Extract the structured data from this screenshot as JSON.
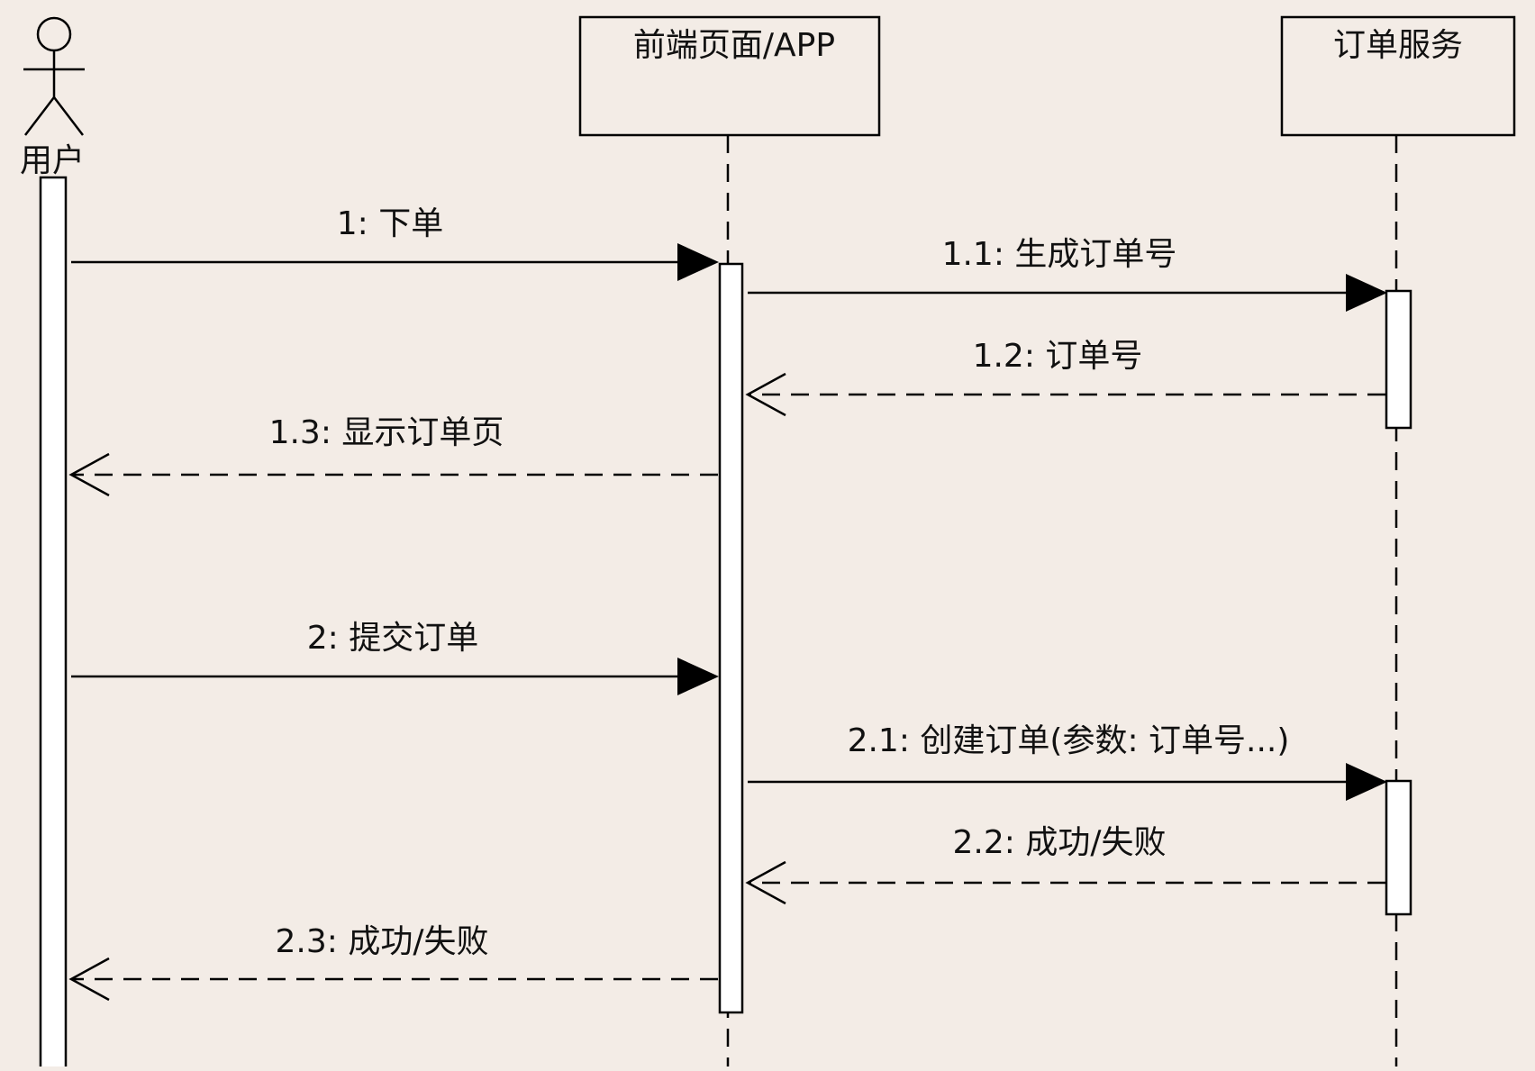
{
  "colors": {
    "background": "#f3ece6",
    "stroke": "#000000",
    "box_fill": "#f3ece6",
    "activation_fill": "#ffffff"
  },
  "participants": [
    {
      "id": "user",
      "label": "用户",
      "kind": "actor"
    },
    {
      "id": "frontend",
      "label": "前端页面/APP",
      "kind": "box"
    },
    {
      "id": "order",
      "label": "订单服务",
      "kind": "box"
    }
  ],
  "messages": [
    {
      "label": "1: 下单",
      "from": "user",
      "to": "frontend",
      "type": "sync"
    },
    {
      "label": "1.1: 生成订单号",
      "from": "frontend",
      "to": "order",
      "type": "sync"
    },
    {
      "label": "1.2: 订单号",
      "from": "order",
      "to": "frontend",
      "type": "return"
    },
    {
      "label": "1.3: 显示订单页",
      "from": "frontend",
      "to": "user",
      "type": "return"
    },
    {
      "label": "2: 提交订单",
      "from": "user",
      "to": "frontend",
      "type": "sync"
    },
    {
      "label": "2.1: 创建订单(参数: 订单号...)",
      "from": "frontend",
      "to": "order",
      "type": "sync"
    },
    {
      "label": "2.2: 成功/失败",
      "from": "order",
      "to": "frontend",
      "type": "return"
    },
    {
      "label": "2.3: 成功/失败",
      "from": "frontend",
      "to": "user",
      "type": "return"
    }
  ]
}
